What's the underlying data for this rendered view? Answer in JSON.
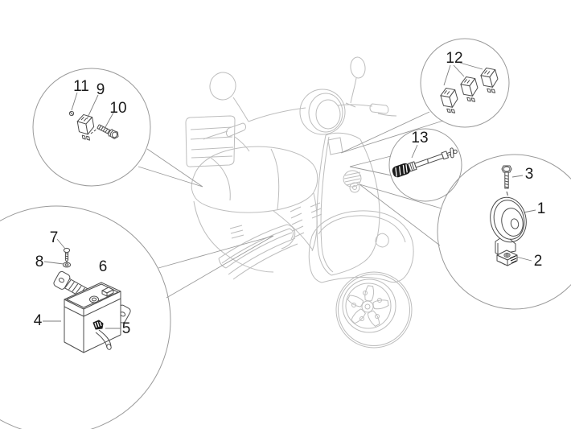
{
  "page": {
    "kind": "scooter-electrical-parts-diagram",
    "background": "#ffffff"
  },
  "colors": {
    "outline_light": "#bdbdbd",
    "outline_mid": "#9a9a9a",
    "leader": "#7d7d7d",
    "part_stroke": "#4d4d4d",
    "part_dark": "#1c1c1c",
    "label": "#1a1a1a",
    "background": "#ffffff"
  },
  "callouts": [
    {
      "number": "1",
      "part": "horn"
    },
    {
      "number": "2",
      "part": "clip-nut"
    },
    {
      "number": "3",
      "part": "horn-mounting-bolt"
    },
    {
      "number": "4",
      "part": "battery"
    },
    {
      "number": "5",
      "part": "battery-terminal-bolt"
    },
    {
      "number": "6",
      "part": "battery-strap"
    },
    {
      "number": "7",
      "part": "strap-screw"
    },
    {
      "number": "8",
      "part": "strap-washer"
    },
    {
      "number": "9",
      "part": "relay"
    },
    {
      "number": "10",
      "part": "relay-bolt"
    },
    {
      "number": "11",
      "part": "relay-screw"
    },
    {
      "number": "12",
      "part": "relay-set"
    },
    {
      "number": "13",
      "part": "sensor-cable"
    }
  ]
}
